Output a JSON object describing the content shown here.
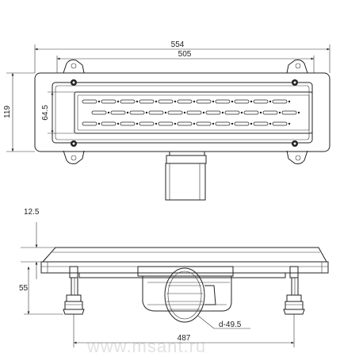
{
  "dimensions": {
    "overall_length": "554",
    "inner_length": "505",
    "overall_height": "119",
    "grate_height": "64.5",
    "flange_thickness": "12.5",
    "foot_height": "55",
    "outlet_diameter": "d-49.5",
    "feet_spacing": "487"
  },
  "watermark": "www.msant.ru"
}
